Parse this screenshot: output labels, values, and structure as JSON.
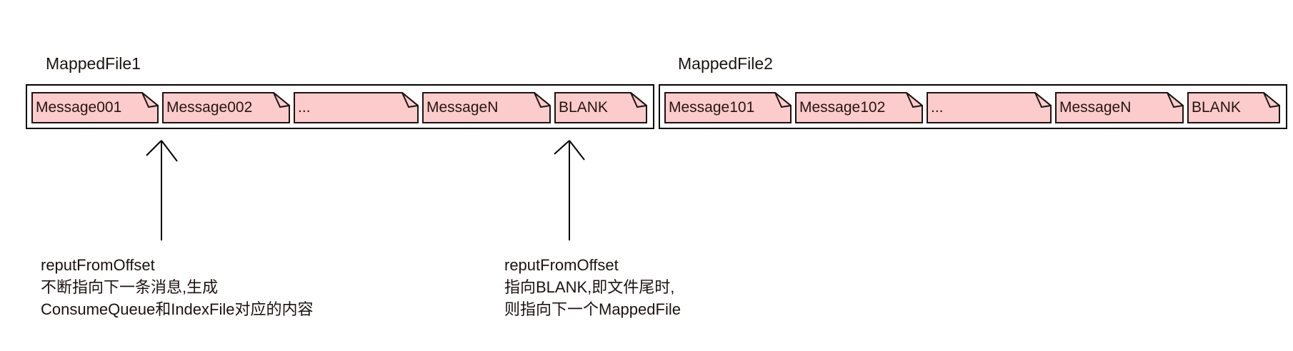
{
  "colors": {
    "note_fill": "#fccbcb",
    "note_stroke": "#1c1412",
    "container_stroke": "#000000",
    "text": "#1c1210",
    "background": "#ffffff"
  },
  "files": [
    {
      "label": "MappedFile1",
      "blocks": [
        {
          "label": "Message001",
          "w": 178
        },
        {
          "label": "Message002",
          "w": 179
        },
        {
          "label": "...",
          "w": 175
        },
        {
          "label": "MessageN",
          "w": 180
        },
        {
          "label": "BLANK",
          "w": 130
        }
      ]
    },
    {
      "label": "MappedFile2",
      "blocks": [
        {
          "label": "Message101",
          "w": 178
        },
        {
          "label": "Message102",
          "w": 179
        },
        {
          "label": "...",
          "w": 175
        },
        {
          "label": "MessageN",
          "w": 180
        },
        {
          "label": "BLANK",
          "w": 130
        }
      ]
    }
  ],
  "annotations": [
    {
      "lines": [
        "reputFromOffset",
        "不断指向下一条消息,生成",
        "ConsumeQueue和IndexFile对应的内容"
      ]
    },
    {
      "lines": [
        "reputFromOffset",
        "指向BLANK,即文件尾时,",
        "则指向下一个MappedFile"
      ]
    }
  ]
}
